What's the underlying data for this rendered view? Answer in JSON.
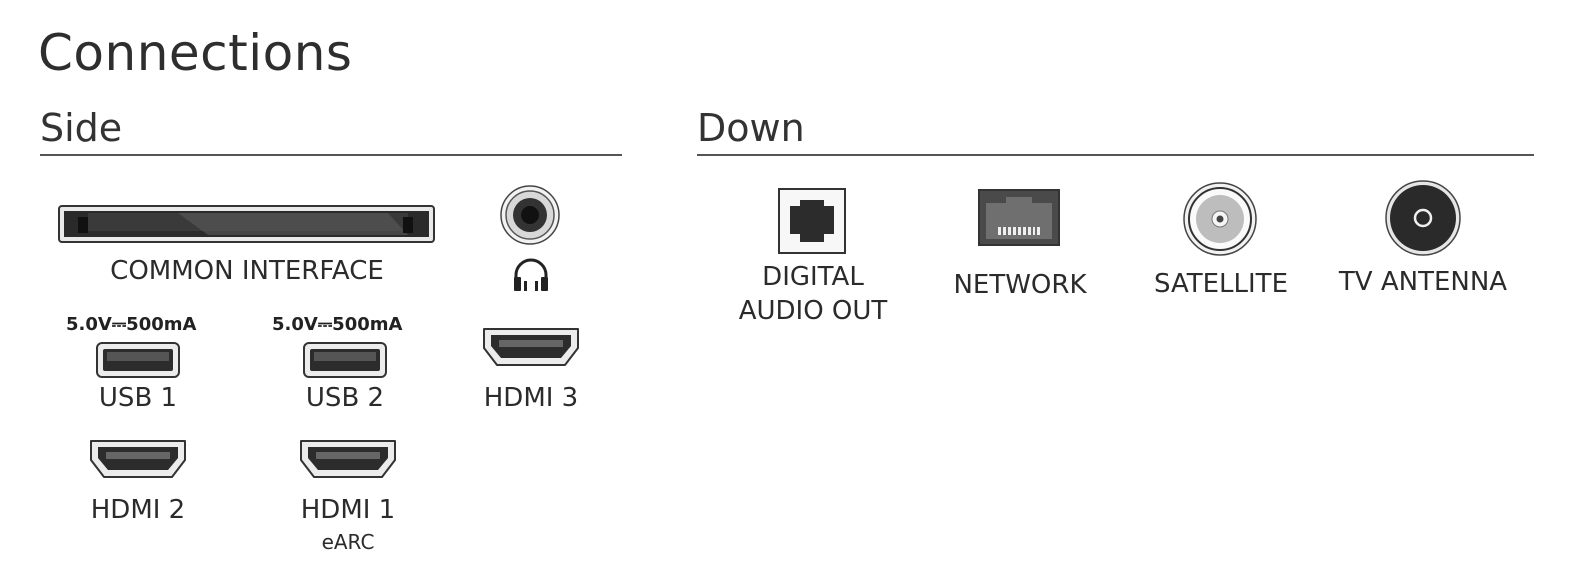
{
  "title": "Connections",
  "side": {
    "heading": "Side",
    "common_interface": {
      "label": "COMMON INTERFACE"
    },
    "headphone": {
      "icon": "headphones-icon"
    },
    "usb1": {
      "power": "5.0V⎓500mA",
      "label": "USB 1"
    },
    "usb2": {
      "power": "5.0V⎓500mA",
      "label": "USB 2"
    },
    "hdmi3": {
      "label": "HDMI 3"
    },
    "hdmi2": {
      "label": "HDMI 2"
    },
    "hdmi1": {
      "label": "HDMI 1",
      "sublabel": "eARC"
    }
  },
  "down": {
    "heading": "Down",
    "digital_audio": {
      "line1": "DIGITAL",
      "line2": "AUDIO OUT"
    },
    "network": {
      "label": "NETWORK"
    },
    "satellite": {
      "label": "SATELLITE"
    },
    "tv_antenna": {
      "label": "TV ANTENNA"
    }
  }
}
